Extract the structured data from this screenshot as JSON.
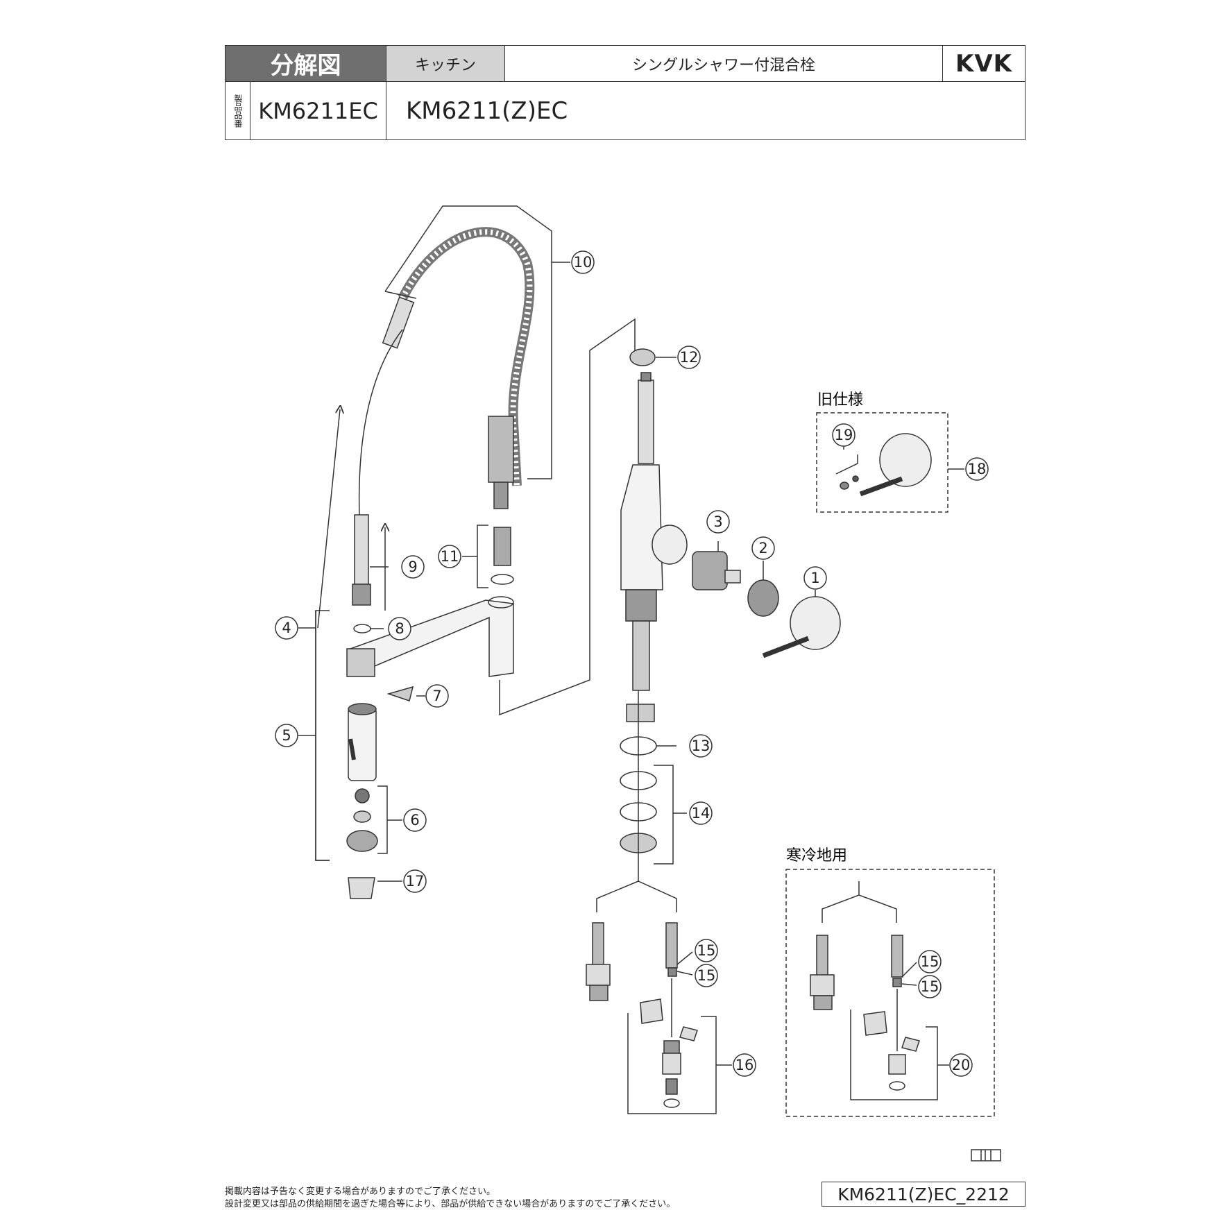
{
  "header": {
    "title": "分解図",
    "category": "キッチン",
    "product_name": "シングルシャワー付混合栓",
    "brand": "KVK",
    "product_number_label": "製品品番",
    "product_number_1": "KM6211EC",
    "product_number_2": "KM6211(Z)EC"
  },
  "sections": {
    "old_spec": "旧仕様",
    "cold_region": "寒冷地用"
  },
  "part_numbers": [
    "1",
    "2",
    "3",
    "4",
    "5",
    "6",
    "7",
    "8",
    "9",
    "10",
    "11",
    "12",
    "13",
    "14",
    "15",
    "16",
    "17",
    "18",
    "19",
    "20"
  ],
  "footer": {
    "note_1": "掲載内容は予告なく変更する場合がありますのでご了承ください。",
    "note_2": "設計変更又は部品の供給期間を過ぎた場合等により、部品が供給できない場合がありますのでご了承ください。",
    "doc_id": "KM6211(Z)EC_2212"
  }
}
